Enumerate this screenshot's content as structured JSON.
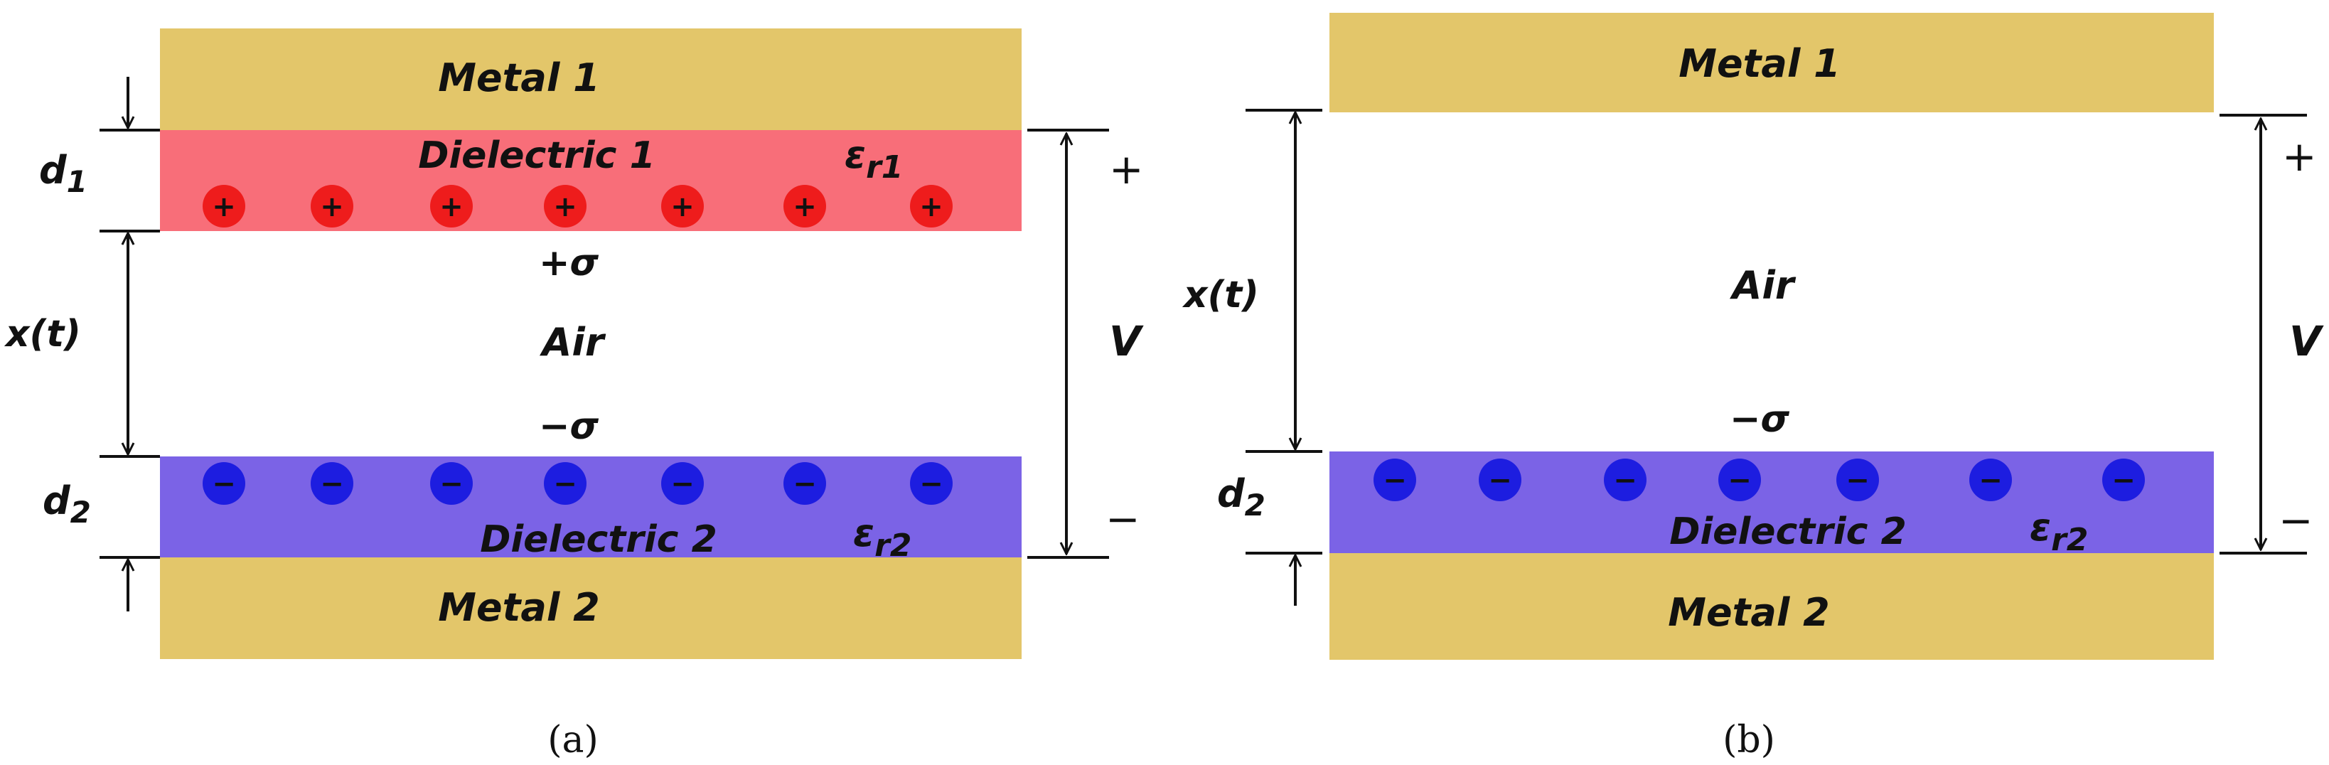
{
  "colors": {
    "metal": "#e3c66a",
    "dielectric1": "#f86e79",
    "dielectric2": "#7b63e6",
    "positive_charge": "#ee1c1c",
    "negative_charge": "#1d1de0",
    "line": "#111111"
  },
  "charge_symbols": {
    "positive": "+",
    "negative": "−"
  },
  "panel_a": {
    "caption": "(a)",
    "metal1": "Metal 1",
    "metal2": "Metal 2",
    "dielectric1": "Dielectric 1",
    "dielectric2": "Dielectric 2",
    "eps1_base": "ε",
    "eps1_sub": "r1",
    "eps2_base": "ε",
    "eps2_sub": "r2",
    "air": "Air",
    "sigma_plus": "+σ",
    "sigma_minus": "−σ",
    "d1_base": "d",
    "d1_sub": "1",
    "d2_base": "d",
    "d2_sub": "2",
    "gap": "x(t)",
    "voltage": "V",
    "v_plus": "+",
    "v_minus": "−",
    "positive_charge_count": 7,
    "negative_charge_count": 7
  },
  "panel_b": {
    "caption": "(b)",
    "metal1": "Metal 1",
    "metal2": "Metal 2",
    "dielectric2": "Dielectric 2",
    "eps2_base": "ε",
    "eps2_sub": "r2",
    "air": "Air",
    "sigma_minus": "−σ",
    "d2_base": "d",
    "d2_sub": "2",
    "gap": "x(t)",
    "voltage": "V",
    "v_plus": "+",
    "v_minus": "−",
    "negative_charge_count": 7
  }
}
